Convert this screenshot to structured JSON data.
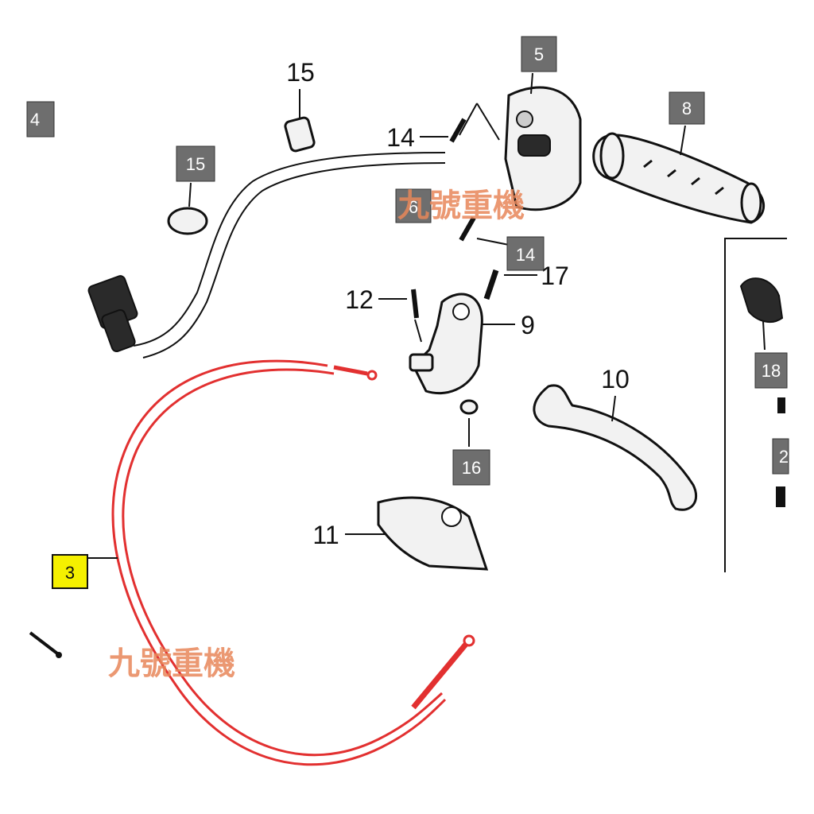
{
  "colors": {
    "cable": "#e23030",
    "callout_box": "#6e6e6e",
    "callout_highlight": "#f5f000",
    "watermark": "#e8875a"
  },
  "callouts": {
    "c3": "3",
    "c4": "4",
    "c5": "5",
    "c6": "6",
    "c8": "8",
    "c9": "9",
    "c10": "10",
    "c11": "11",
    "c12": "12",
    "c14a": "14",
    "c14b": "14",
    "c15a": "15",
    "c15b": "15",
    "c16": "16",
    "c17": "17",
    "c18": "18",
    "c2": "2"
  },
  "watermark": {
    "top": "九號重機",
    "bottom": "九號重機"
  }
}
